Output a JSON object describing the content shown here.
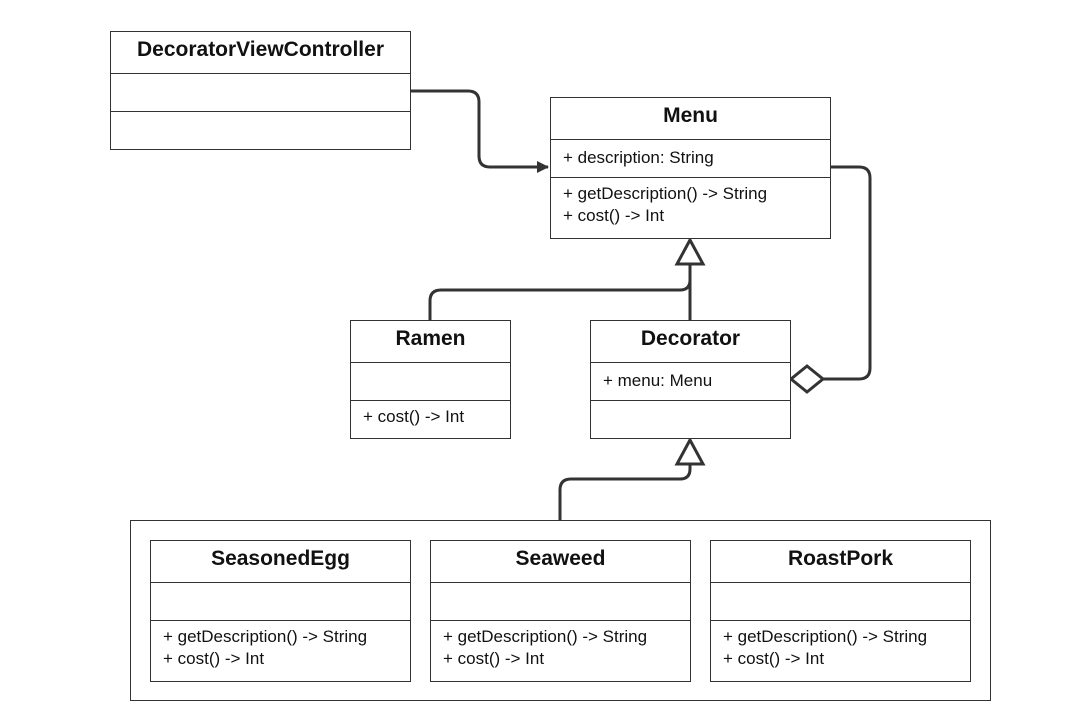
{
  "classes": {
    "dvc": {
      "name": "DecoratorViewController",
      "attributes": [],
      "operations": []
    },
    "menu": {
      "name": "Menu",
      "attributes": [
        "+ description: String"
      ],
      "operations": [
        "+ getDescription() -> String",
        "+ cost() -> Int"
      ]
    },
    "ramen": {
      "name": "Ramen",
      "attributes": [],
      "operations": [
        "+ cost() -> Int"
      ]
    },
    "decorator": {
      "name": "Decorator",
      "attributes": [
        "+ menu: Menu"
      ],
      "operations": []
    },
    "seasonedEgg": {
      "name": "SeasonedEgg",
      "attributes": [],
      "operations": [
        "+ getDescription() -> String",
        "+ cost() -> Int"
      ]
    },
    "seaweed": {
      "name": "Seaweed",
      "attributes": [],
      "operations": [
        "+ getDescription() -> String",
        "+ cost() -> Int"
      ]
    },
    "roastPork": {
      "name": "RoastPork",
      "attributes": [],
      "operations": [
        "+ getDescription() -> String",
        "+ cost() -> Int"
      ]
    }
  },
  "relations": [
    {
      "from": "dvc",
      "to": "menu",
      "kind": "association"
    },
    {
      "from": "ramen",
      "to": "menu",
      "kind": "generalization"
    },
    {
      "from": "decorator",
      "to": "menu",
      "kind": "generalization"
    },
    {
      "from": "menu",
      "to": "decorator",
      "kind": "aggregation"
    },
    {
      "from": "concrete-decorators",
      "to": "decorator",
      "kind": "generalization"
    }
  ],
  "colors": {
    "stroke": "#333333",
    "background": "#ffffff"
  }
}
